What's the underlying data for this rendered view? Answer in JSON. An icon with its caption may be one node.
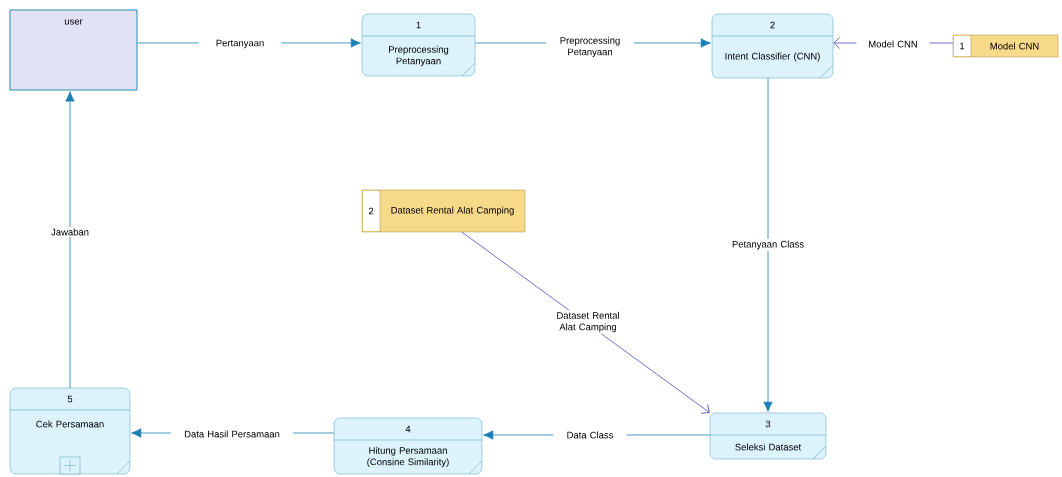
{
  "diagram": {
    "nodes": [
      {
        "text": [
          "user"
        ]
      },
      {
        "text": [
          "1",
          "Preprocessing Petanyaan"
        ]
      },
      {
        "text": [
          "2",
          "Intent Classifier (CNN)"
        ]
      },
      {
        "text": [
          "1",
          "Model CNN"
        ]
      },
      {
        "text": [
          "2",
          "Dataset Rental Alat Camping"
        ]
      },
      {
        "text": [
          "5",
          "Cek Persamaan"
        ]
      },
      {
        "text": [
          "4",
          "Hitung Persamaan (Consine Similarity)"
        ]
      },
      {
        "text": [
          "3",
          "Seleksi Dataset"
        ]
      }
    ],
    "edges": [
      {
        "from": 0,
        "to": 1,
        "arrow": "to",
        "label": "Pertanyaan"
      },
      {
        "from": 1,
        "to": 2,
        "arrow": "to",
        "label": "Preprocessing Petanyaan"
      },
      {
        "from": 3,
        "to": 2,
        "arrow": "to",
        "label": "Model CNN",
        "color": "#4b4bbf"
      },
      {
        "from": 2,
        "to": 7,
        "arrow": "to",
        "label": "Petanyaan Class"
      },
      {
        "from": 4,
        "to": 7,
        "arrow": "to",
        "label": "Dataset Rental Alat Camping",
        "color": "#4b4bbf"
      },
      {
        "from": 7,
        "to": 6,
        "arrow": "to",
        "label": "Data Class"
      },
      {
        "from": 6,
        "to": 5,
        "arrow": "to",
        "label": "Data Hasil Persamaan"
      },
      {
        "from": 5,
        "to": 0,
        "arrow": "to",
        "label": "Jawaban"
      }
    ]
  }
}
